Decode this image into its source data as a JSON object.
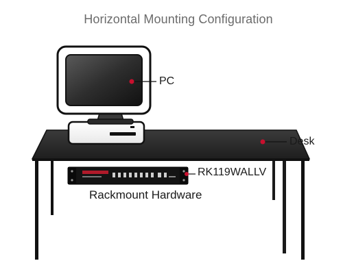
{
  "title": "Horizontal Mounting Configuration",
  "labels": {
    "pc": "PC",
    "desk": "Desk",
    "model": "RK119WALLV",
    "rackmount": "Rackmount Hardware"
  },
  "colors": {
    "accent": "#c8102e",
    "title": "#6b6b6b",
    "desk": "#2b2b2b",
    "frame": "#111111"
  }
}
